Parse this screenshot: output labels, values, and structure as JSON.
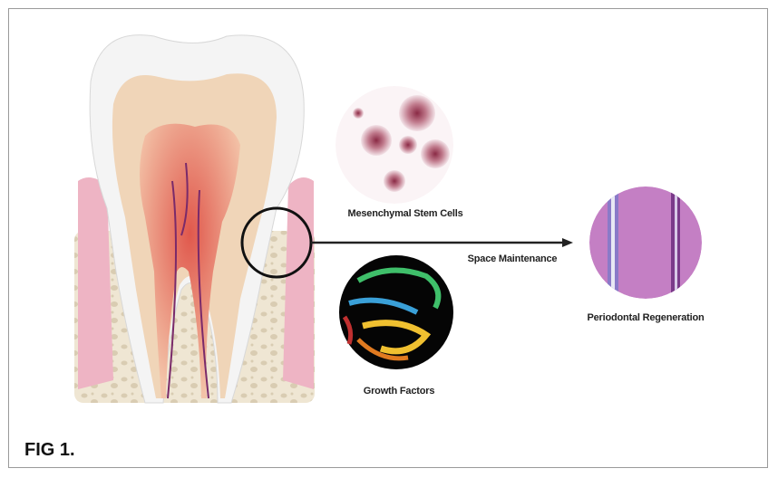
{
  "figure": {
    "caption": "FIG 1.",
    "labels": {
      "stem_cells": "Mesenchymal Stem Cells",
      "space_maintenance": "Space Maintenance",
      "growth_factors": "Growth Factors",
      "regeneration": "Periodontal Regeneration"
    }
  }
}
